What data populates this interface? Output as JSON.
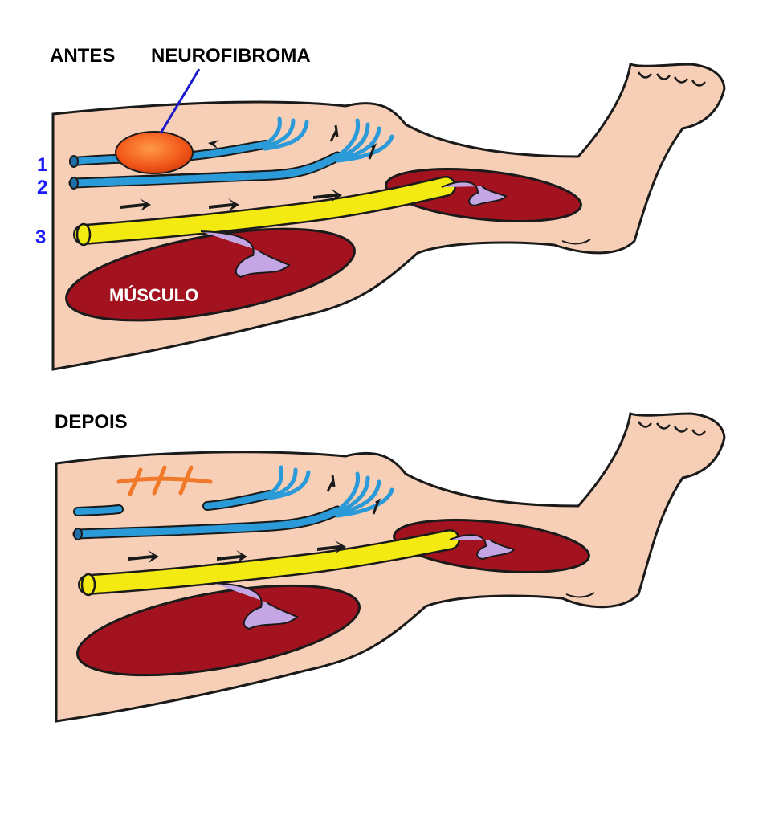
{
  "before": {
    "title": "ANTES",
    "tumor_label": "NEUROFIBROMA",
    "muscle_label": "MÚSCULO",
    "nerve_numbers": [
      "1",
      "2",
      "3"
    ]
  },
  "after": {
    "title": "DEPOIS"
  },
  "colors": {
    "skin": "#f6cfb6",
    "muscle": "#a3121f",
    "nerve_blue": "#2a9ad8",
    "nerve_yellow": "#f2ea10",
    "tumor": "#f26a1c",
    "suture": "#f07a2a",
    "nerve_ending": "#c4a6e4",
    "number_blue": "#1a1aff"
  }
}
